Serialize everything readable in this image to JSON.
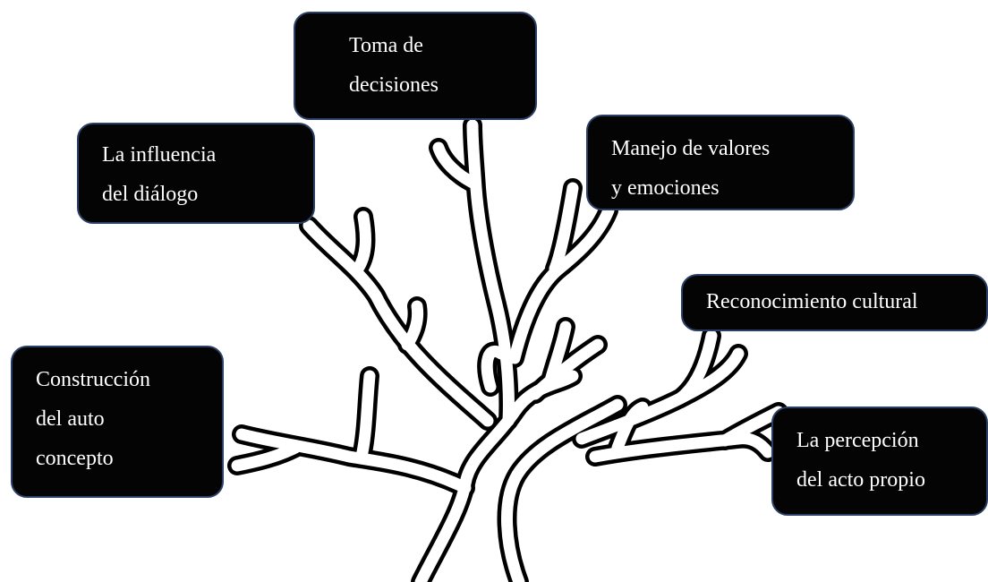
{
  "diagram": {
    "labels": {
      "toma": [
        "Toma de",
        "decisiones"
      ],
      "influencia": [
        "La influencia",
        "del diálogo"
      ],
      "manejo": [
        "Manejo de valores",
        "y emociones"
      ],
      "reconocimiento": [
        "Reconocimiento cultural"
      ],
      "construccion": [
        "Construcción",
        "del auto",
        "concepto"
      ],
      "percepcion": [
        "La percepción",
        "del acto propio"
      ]
    },
    "colors": {
      "box_background": "#040404",
      "box_border": "#2c3f66",
      "box_text": "#ffffff",
      "tree_outline": "#000000",
      "tree_fill": "#ffffff"
    }
  }
}
